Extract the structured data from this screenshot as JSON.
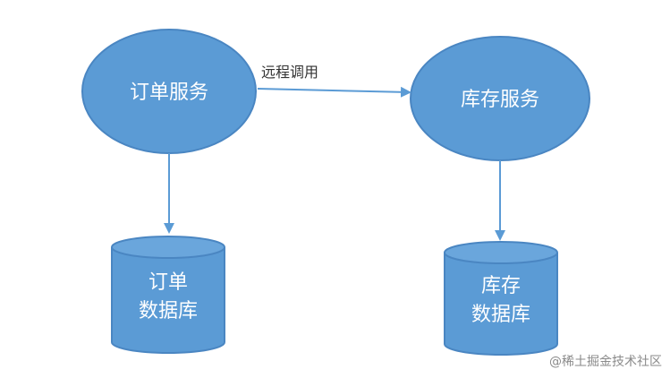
{
  "colors": {
    "node_fill": "#5b9bd5",
    "node_stroke": "#4a86c2",
    "arrow": "#5b9bd5",
    "text_on_node": "#ffffff",
    "edge_label": "#333333",
    "watermark": "#8a8a8a"
  },
  "nodes": {
    "order_service": "订单服务",
    "inventory_service": "库存服务",
    "order_db": {
      "line1": "订单",
      "line2": "数据库"
    },
    "inventory_db": {
      "line1": "库存",
      "line2": "数据库"
    }
  },
  "edges": {
    "remote_call_label": "远程调用"
  },
  "watermark": "@稀土掘金技术社区"
}
